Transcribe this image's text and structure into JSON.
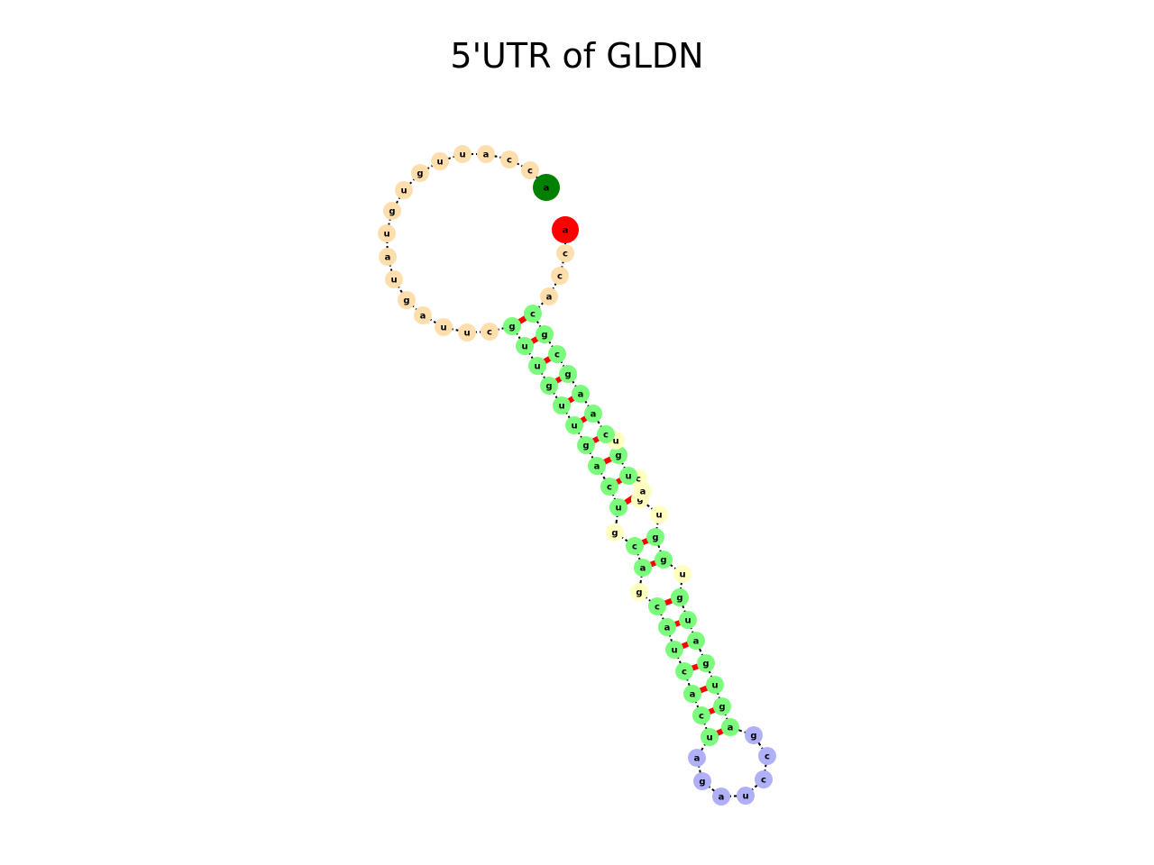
{
  "title": "5'UTR of GLDN",
  "colors": {
    "loop": "#ffdead",
    "stem": "#7cfc7c",
    "bulge": "#ffffc0",
    "hairpin": "#b0b0f8",
    "five_prime": "#008000",
    "three_prime": "#ff0000",
    "backbone": "#000000",
    "pair_bond": "#ff0000"
  },
  "structure": {
    "five_prime_end": "a",
    "three_prime_end": "a",
    "exterior_loop_5": [
      "c",
      "c",
      "a",
      "u",
      "u",
      "g",
      "u",
      "g",
      "u",
      "a",
      "u",
      "g",
      "a",
      "u",
      "u",
      "c"
    ],
    "stem_5": [
      "g",
      "u",
      "u",
      "g",
      "u",
      "u",
      "g",
      "a",
      "c",
      "u",
      "g",
      "c",
      "a",
      "g",
      "c",
      "a",
      "u",
      "c",
      "a",
      "c",
      "u"
    ],
    "hairpin_loop": [
      "a",
      "g",
      "a",
      "u",
      "c",
      "c",
      "g"
    ],
    "stem_3": [
      "a",
      "g",
      "u",
      "g",
      "a",
      "u",
      "g",
      "u",
      "g",
      "g",
      "u",
      "g",
      "a",
      "c",
      "u",
      "g",
      "u",
      "c",
      "a",
      "a",
      "g",
      "c",
      "g"
    ],
    "exterior_loop_3": [
      "a",
      "c",
      "c"
    ]
  }
}
